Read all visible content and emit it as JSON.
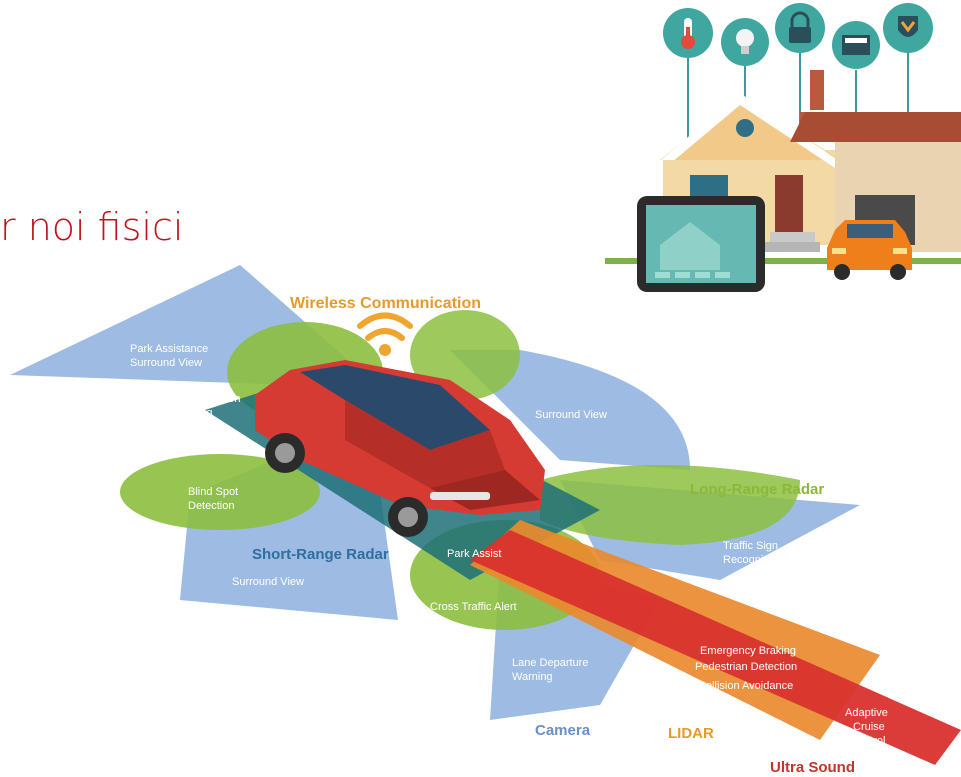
{
  "heading": "r noi fisici",
  "diagram": {
    "sensor_titles": {
      "wireless": "Wireless Communication",
      "long_range_radar": "Long-Range Radar",
      "short_range_radar": "Short-Range Radar",
      "camera": "Camera",
      "lidar": "LIDAR",
      "ultra_sound": "Ultra Sound"
    },
    "zone_labels": {
      "park_assistance_line1": "Park Assistance",
      "park_assistance_line2": "Surround View",
      "rear_collision_line1": "Rear Collision",
      "rear_collision_line2": "Warning",
      "surround_view_right": "Surround View",
      "blind_spot_line1": "Blind Spot",
      "blind_spot_line2": "Detection",
      "surround_view_left": "Surround View",
      "park_assist": "Park Assist",
      "traffic_sign_line1": "Traffic Sign",
      "traffic_sign_line2": "Recognition",
      "cross_traffic": "Cross Traffic Alert",
      "lane_departure_line1": "Lane Departure",
      "lane_departure_line2": "Warning",
      "emergency_braking": "Emergency Braking",
      "pedestrian_detection": "Pedestrian Detection",
      "collision_avoidance": "Collision Avoidance",
      "adaptive_line1": "Adaptive",
      "adaptive_line2": "Cruise",
      "adaptive_line3": "Control"
    },
    "colors": {
      "blue_zone": "#9dbbe3",
      "green_zone": "#8dbf3f",
      "dark_zone": "#1f6f78",
      "red_beam": "#d9322e",
      "orange_beam": "#e98a2e",
      "car_body": "#d63b33",
      "wireless_text": "#e69a2c",
      "long_range_text": "#8cb83a",
      "short_range_text": "#2f6e9e",
      "heading_text": "#c0141c"
    }
  },
  "smart_home_icons": [
    "thermometer-icon",
    "lightbulb-icon",
    "lock-icon",
    "garage-icon",
    "shield-icon"
  ]
}
